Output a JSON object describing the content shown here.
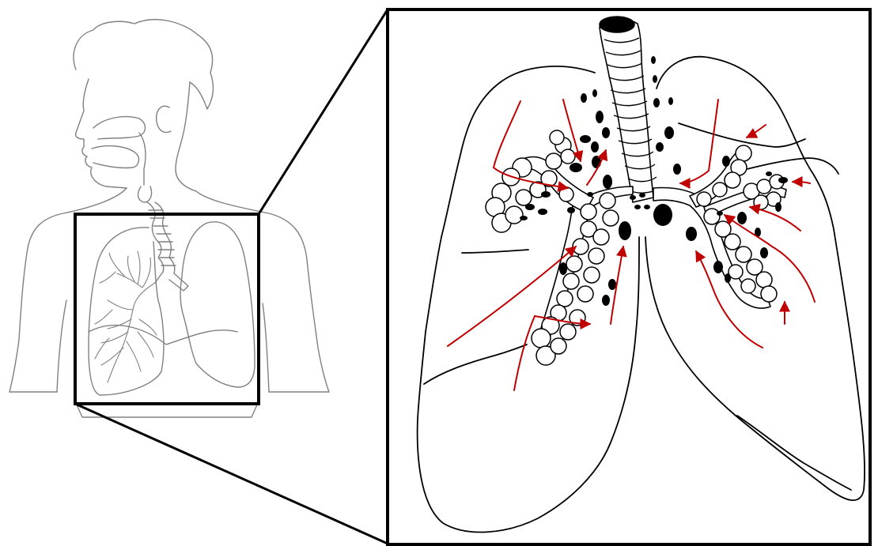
{
  "diagram": {
    "colors": {
      "background": "#ffffff",
      "outline": "#000000",
      "body_outline": "#808080",
      "lymph_node": "#000000",
      "flow_arrow": "#c00000"
    },
    "icons": {
      "body_figure": "human-torso-outline-icon",
      "zoom_frame": "magnifier-frame",
      "lungs": "lungs-icon",
      "lymph_node": "filled-oval-node",
      "arrow": "red-arrow"
    }
  }
}
